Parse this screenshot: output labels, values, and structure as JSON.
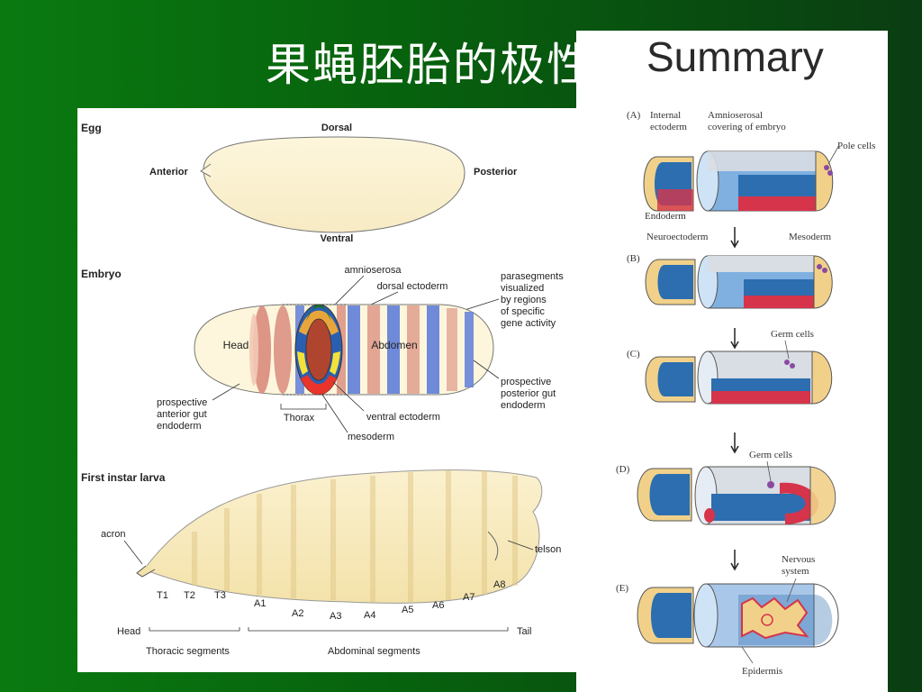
{
  "slide": {
    "title": "果蝇胚胎的极性",
    "colors": {
      "background": "#0a6a12",
      "panel": "#ffffff"
    }
  },
  "left_figure": {
    "egg": {
      "heading": "Egg",
      "dorsal": "Dorsal",
      "ventral": "Ventral",
      "anterior": "Anterior",
      "posterior": "Posterior"
    },
    "embryo": {
      "heading": "Embryo",
      "amnioserosa": "amnioserosa",
      "dorsal_ectoderm": "dorsal ectoderm",
      "parasegments": [
        "parasegments",
        "visualized",
        "by regions",
        "of specific",
        "gene activity"
      ],
      "head": "Head",
      "abdomen": "Abdomen",
      "prospective_anterior": [
        "prospective",
        "anterior gut",
        "endoderm"
      ],
      "thorax": "Thorax",
      "ventral_ectoderm": "ventral ectoderm",
      "mesoderm": "mesoderm",
      "prospective_posterior": [
        "prospective",
        "posterior gut",
        "endoderm"
      ]
    },
    "larva": {
      "heading": "First instar larva",
      "acron": "acron",
      "telson": "telson",
      "thoracic_labels": [
        "T1",
        "T2",
        "T3"
      ],
      "abdominal_labels": [
        "A1",
        "A2",
        "A3",
        "A4",
        "A5",
        "A6",
        "A7",
        "A8"
      ],
      "head": "Head",
      "tail": "Tail",
      "thoracic_segments": "Thoracic segments",
      "abdominal_segments": "Abdominal segments"
    }
  },
  "right_figure": {
    "title": "Summary",
    "panels": [
      "(A)",
      "(B)",
      "(C)",
      "(D)",
      "(E)"
    ],
    "a_internal_ectoderm": [
      "Internal",
      "ectoderm"
    ],
    "a_amnioserosal": [
      "Amnioserosal",
      "covering of embryo"
    ],
    "a_pole_cells": "Pole cells",
    "a_endoderm": "Endoderm",
    "a_neuroectoderm": "Neuroectoderm",
    "a_mesoderm": "Mesoderm",
    "c_germ_cells": "Germ cells",
    "d_germ_cells": "Germ cells",
    "e_nervous_system": [
      "Nervous",
      "system"
    ],
    "e_epidermis": "Epidermis"
  }
}
